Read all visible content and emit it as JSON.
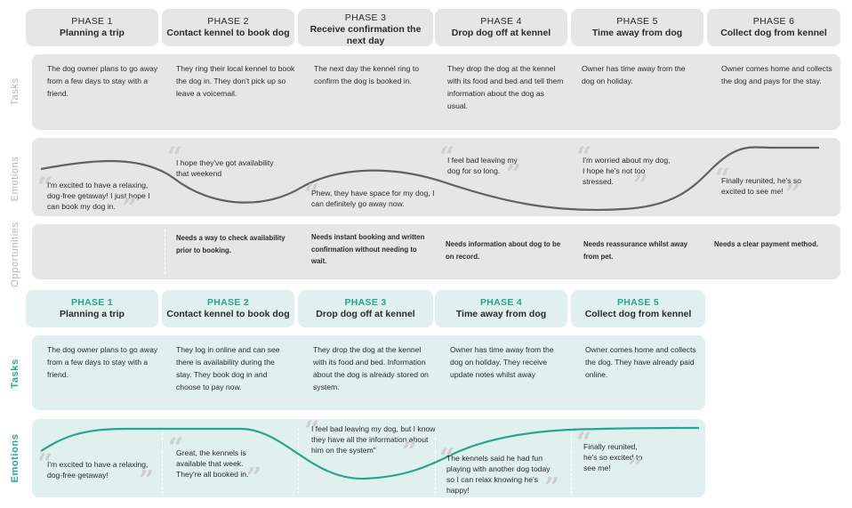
{
  "colors": {
    "gray_panel": "#e6e6e6",
    "teal_panel": "#dff0ee",
    "teal_accent": "#2aa58d",
    "curve_gray": "#616161",
    "quote_mark": "#cfcfcf"
  },
  "current": {
    "phases": [
      {
        "num": "PHASE 1",
        "title": "Planning a trip"
      },
      {
        "num": "PHASE 2",
        "title": "Contact kennel to book dog"
      },
      {
        "num": "PHASE 3",
        "title": "Receive confirmation the next day"
      },
      {
        "num": "PHASE 4",
        "title": "Drop dog off at kennel"
      },
      {
        "num": "PHASE 5",
        "title": "Time away from dog"
      },
      {
        "num": "PHASE 6",
        "title": "Collect dog from kennel"
      }
    ],
    "labels": {
      "tasks": "Tasks",
      "emotions": "Emotions",
      "opportunities": "Opportunities"
    },
    "tasks": [
      "The dog owner plans to go away from a few days to stay with a friend.",
      "They ring their local kennel to book the dog in. They don't pick up so leave a voicemail.",
      "The next day the kennel ring to confirm the dog is booked in.",
      "They drop the dog at the kennel with its food and bed and tell them information about the dog as usual.",
      "Owner has time away from the dog on holiday.",
      "Owner comes home and collects the dog and pays for the stay."
    ],
    "emotions": [
      "I'm excited to have a relaxing, dog-free getaway! I just hope I can book my dog in.",
      "I hope they've got availability that weekend",
      "Phew, they have space for my dog, I can definitely go away now.",
      "I feel bad leaving my dog for so long.",
      "I'm worried about my dog, I hope he's not too stressed.",
      "Finally reunited, he's so excited to see me!"
    ],
    "opportunities": [
      "",
      "Needs a way to check availability prior to booking.",
      "Needs instant booking and written confirmation without needing to wait.",
      "Needs information about dog to be on record.",
      "Needs reassurance whilst away from pet.",
      "Needs a clear payment method."
    ]
  },
  "future": {
    "phases": [
      {
        "num": "PHASE 1",
        "title": "Planning a trip"
      },
      {
        "num": "PHASE 2",
        "title": "Contact kennel to book dog"
      },
      {
        "num": "PHASE 3",
        "title": "Drop dog off at kennel"
      },
      {
        "num": "PHASE 4",
        "title": "Time away from dog"
      },
      {
        "num": "PHASE 5",
        "title": "Collect dog from kennel"
      }
    ],
    "labels": {
      "tasks": "Tasks",
      "emotions": "Emotions"
    },
    "tasks": [
      "The dog owner plans to go away from a few days to stay with a friend.",
      "They log in online and can see there is availability during the stay. They book dog in and choose to pay now.",
      "They drop the dog at the kennel with its food and bed. Information about the dog is already stored on system.",
      "Owner has time away from the dog on holiday. They receive update notes whilst away",
      "Owner comes home and collects the dog. They have already paid online."
    ],
    "emotions": [
      "I'm excited to have a relaxing, dog-free getaway!",
      "Great, the kennels is available that week. They're all booked in.",
      "I feel bad leaving my dog, but I know they have all the information about him on the system\"",
      "The kennels said he had fun playing with another dog today so I can relax knowing he's happy!",
      "Finally reunited, he's so excited to see me!"
    ]
  }
}
